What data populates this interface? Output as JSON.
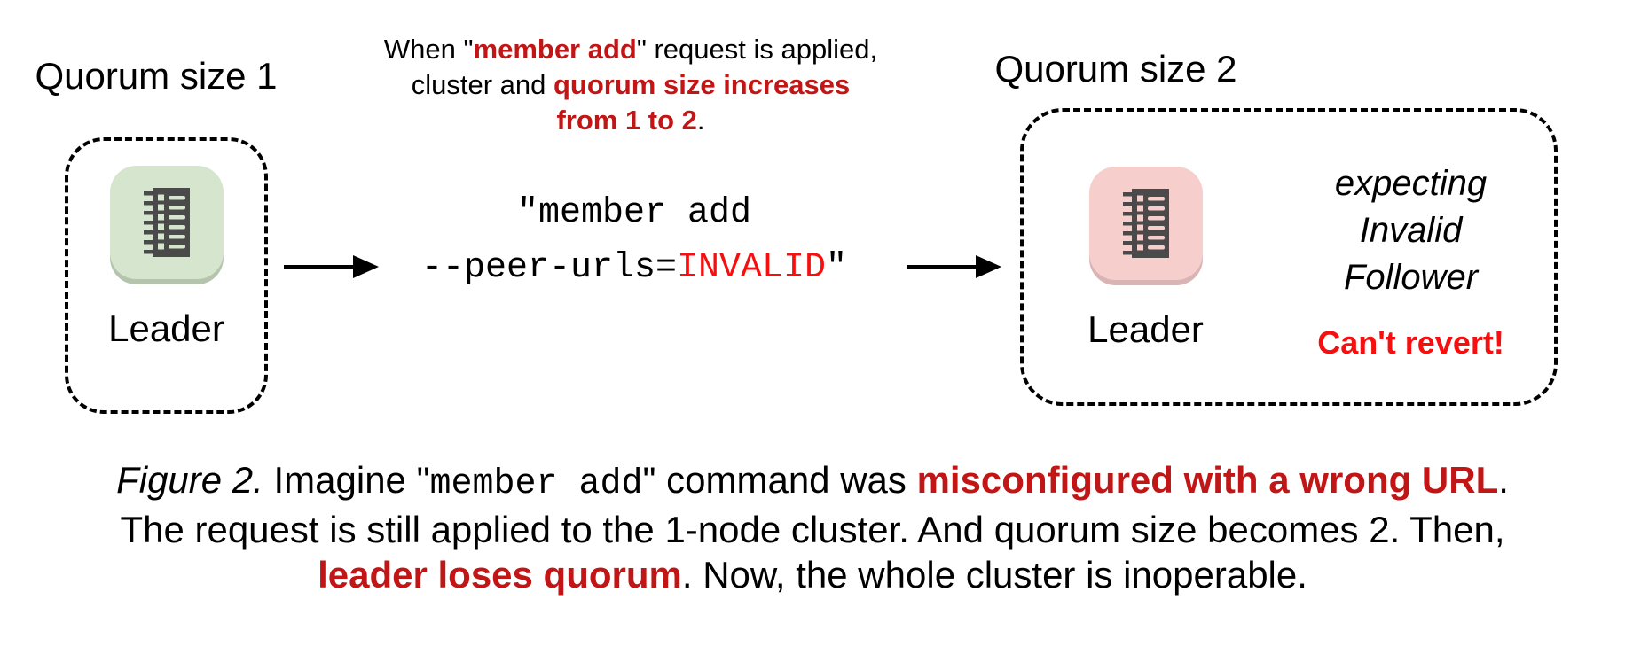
{
  "colors": {
    "red_dark": "#c21616",
    "red_bright": "#f50f0f",
    "icon_body": "#4a4a4a",
    "green_tile_bg": "#d6e5ce",
    "green_tile_shadow": "#b5c5ad",
    "pink_tile_bg": "#f6cfcd",
    "pink_tile_shadow": "#d8b4b4"
  },
  "left_group": {
    "heading": "Quorum size 1",
    "icon": "ledger-server-icon",
    "node_label": "Leader"
  },
  "right_group": {
    "heading": "Quorum size 2",
    "icon": "ledger-server-icon",
    "node_label": "Leader",
    "expect_line1": "expecting",
    "expect_line2": "Invalid",
    "expect_line3": "Follower",
    "warning": "Can't revert!"
  },
  "annotation": {
    "line1_pre": "When \"",
    "line1_red": "member add",
    "line1_post": "\" request is applied,",
    "line2_pre": "cluster and ",
    "line2_red": "quorum size increases",
    "line3_red": "from 1 to 2",
    "line3_post": "."
  },
  "command": {
    "line1": "\"member add",
    "line2_pre": "--peer-urls=",
    "line2_red": "INVALID",
    "line2_post": "\""
  },
  "caption": {
    "figure_label": "Figure 2.",
    "l1_a": " Imagine \"",
    "l1_code": "member add",
    "l1_b": "\" command was ",
    "l1_red": "misconfigured with a wrong URL",
    "l1_c": ".",
    "l2": "The request is still applied to the 1-node cluster. And quorum size becomes 2. Then,",
    "l3_red": "leader loses quorum",
    "l3_a": ". Now, the whole cluster is inoperable."
  }
}
